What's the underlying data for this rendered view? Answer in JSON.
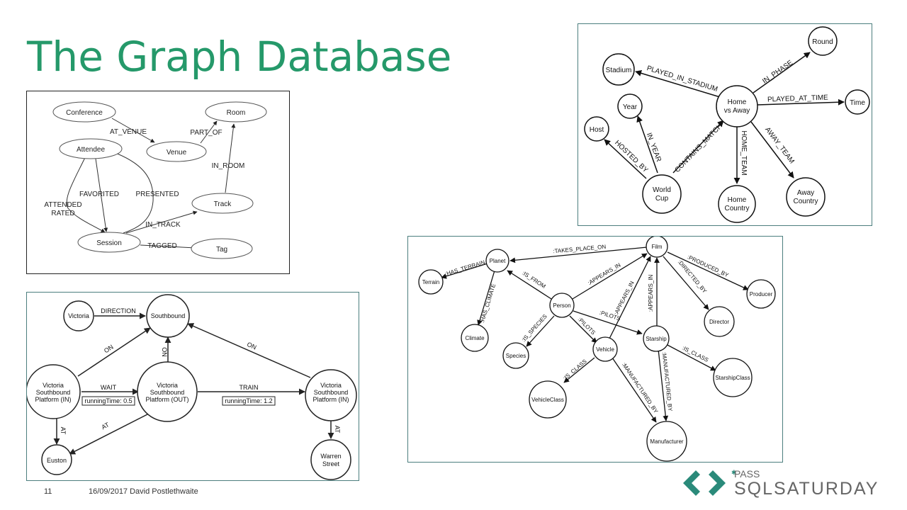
{
  "slide": {
    "title": "The Graph Database",
    "slide_number": "11",
    "footer": "16/09/2017 David Postlethwaite",
    "logo_pass": "PASS",
    "logo_brand": "SQLSATURDAY",
    "title_color": "#25996a",
    "logo_color": "#2a8a7a"
  },
  "conference_graph": {
    "nodes": {
      "conference": "Conference",
      "venue": "Venue",
      "room": "Room",
      "attendee": "Attendee",
      "track": "Track",
      "session": "Session",
      "tag": "Tag"
    },
    "edges": {
      "at_venue": "AT_VENUE",
      "part_of": "PART_OF",
      "in_room": "IN_ROOM",
      "favorited": "FAVORITED",
      "presented": "PRESENTED",
      "attended": "ATTENDED",
      "rated": "RATED",
      "in_track": "IN_TRACK",
      "tagged": "TAGGED"
    }
  },
  "transport_graph": {
    "nodes": {
      "victoria": "Victoria",
      "southbound": "Southbound",
      "platform_in_line1": "Victoria",
      "platform_in_line2": "Southbound",
      "platform_in_line3": "Platform (IN)",
      "platform_out_line1": "Victoria",
      "platform_out_line2": "Southbound",
      "platform_out_line3": "Platform (OUT)",
      "platform_in2_line1": "Victoria",
      "platform_in2_line2": "Southbound",
      "platform_in2_line3": "Platform (IN)",
      "euston": "Euston",
      "warren_line1": "Warren",
      "warren_line2": "Street"
    },
    "edges": {
      "direction": "DIRECTION",
      "on_left": "ON",
      "on_mid": "ON",
      "on_right": "ON",
      "wait": "WAIT",
      "wait_prop": "runningTime: 0.5",
      "train": "TRAIN",
      "train_prop": "runningTime: 1.2",
      "at_left": "AT",
      "at_mid": "AT",
      "at_right": "AT"
    }
  },
  "worldcup_graph": {
    "nodes": {
      "round": "Round",
      "stadium": "Stadium",
      "match_line1": "Home",
      "match_line2": "vs Away",
      "time": "Time",
      "year": "Year",
      "host": "Host",
      "worldcup_line1": "World",
      "worldcup_line2": "Cup",
      "home_line1": "Home",
      "home_line2": "Country",
      "away_line1": "Away",
      "away_line2": "Country"
    },
    "edges": {
      "played_in_stadium": "PLAYED_IN_STADIUM",
      "in_phase": "IN_PHASE",
      "played_at_time": "PLAYED_AT_TIME",
      "in_year": "IN_YEAR",
      "hosted_by": "HOSTED_BY",
      "contains_match": "CONTAINS_MATCH",
      "home_team": "HOME_TEAM",
      "away_team": "AWAY_TEAM"
    }
  },
  "starwars_graph": {
    "nodes": {
      "planet": "Planet",
      "film": "Film",
      "terrain": "Terrain",
      "producer": "Producer",
      "climate": "Climate",
      "person": "Person",
      "director": "Director",
      "species": "Species",
      "vehicle": "Vehicle",
      "starship": "Starship",
      "starshipclass": "StarshipClass",
      "vehicleclass": "VehicleClass",
      "manufacturer": "Manufacturer"
    },
    "edges": {
      "takes_place_on": ":TAKES_PLACE_ON",
      "has_terrain": ":HAS_TERRAIN",
      "produced_by": ":PRODUCED_BY",
      "is_from": ":IS_FROM",
      "appears_in_person": ":APPEARS_IN",
      "directed_by": ":DIRECTED_BY",
      "has_climate": ":HAS_CLIMATE",
      "appears_in_vehicle": ":APPEARS_IN",
      "appears_in_starship": ":APPEARS_IN",
      "is_species": ":IS_SPECIES",
      "pilots_starship": ":PILOTS",
      "pilots_vehicle": ":PILOTS",
      "is_class_starship": ":IS_CLASS",
      "is_class_vehicle": ":IS_CLASS",
      "manufactured_by_vehicle": ":MANUFACTURED_BY",
      "manufactured_by_starship": ":MANUFACTURED_BY"
    }
  }
}
